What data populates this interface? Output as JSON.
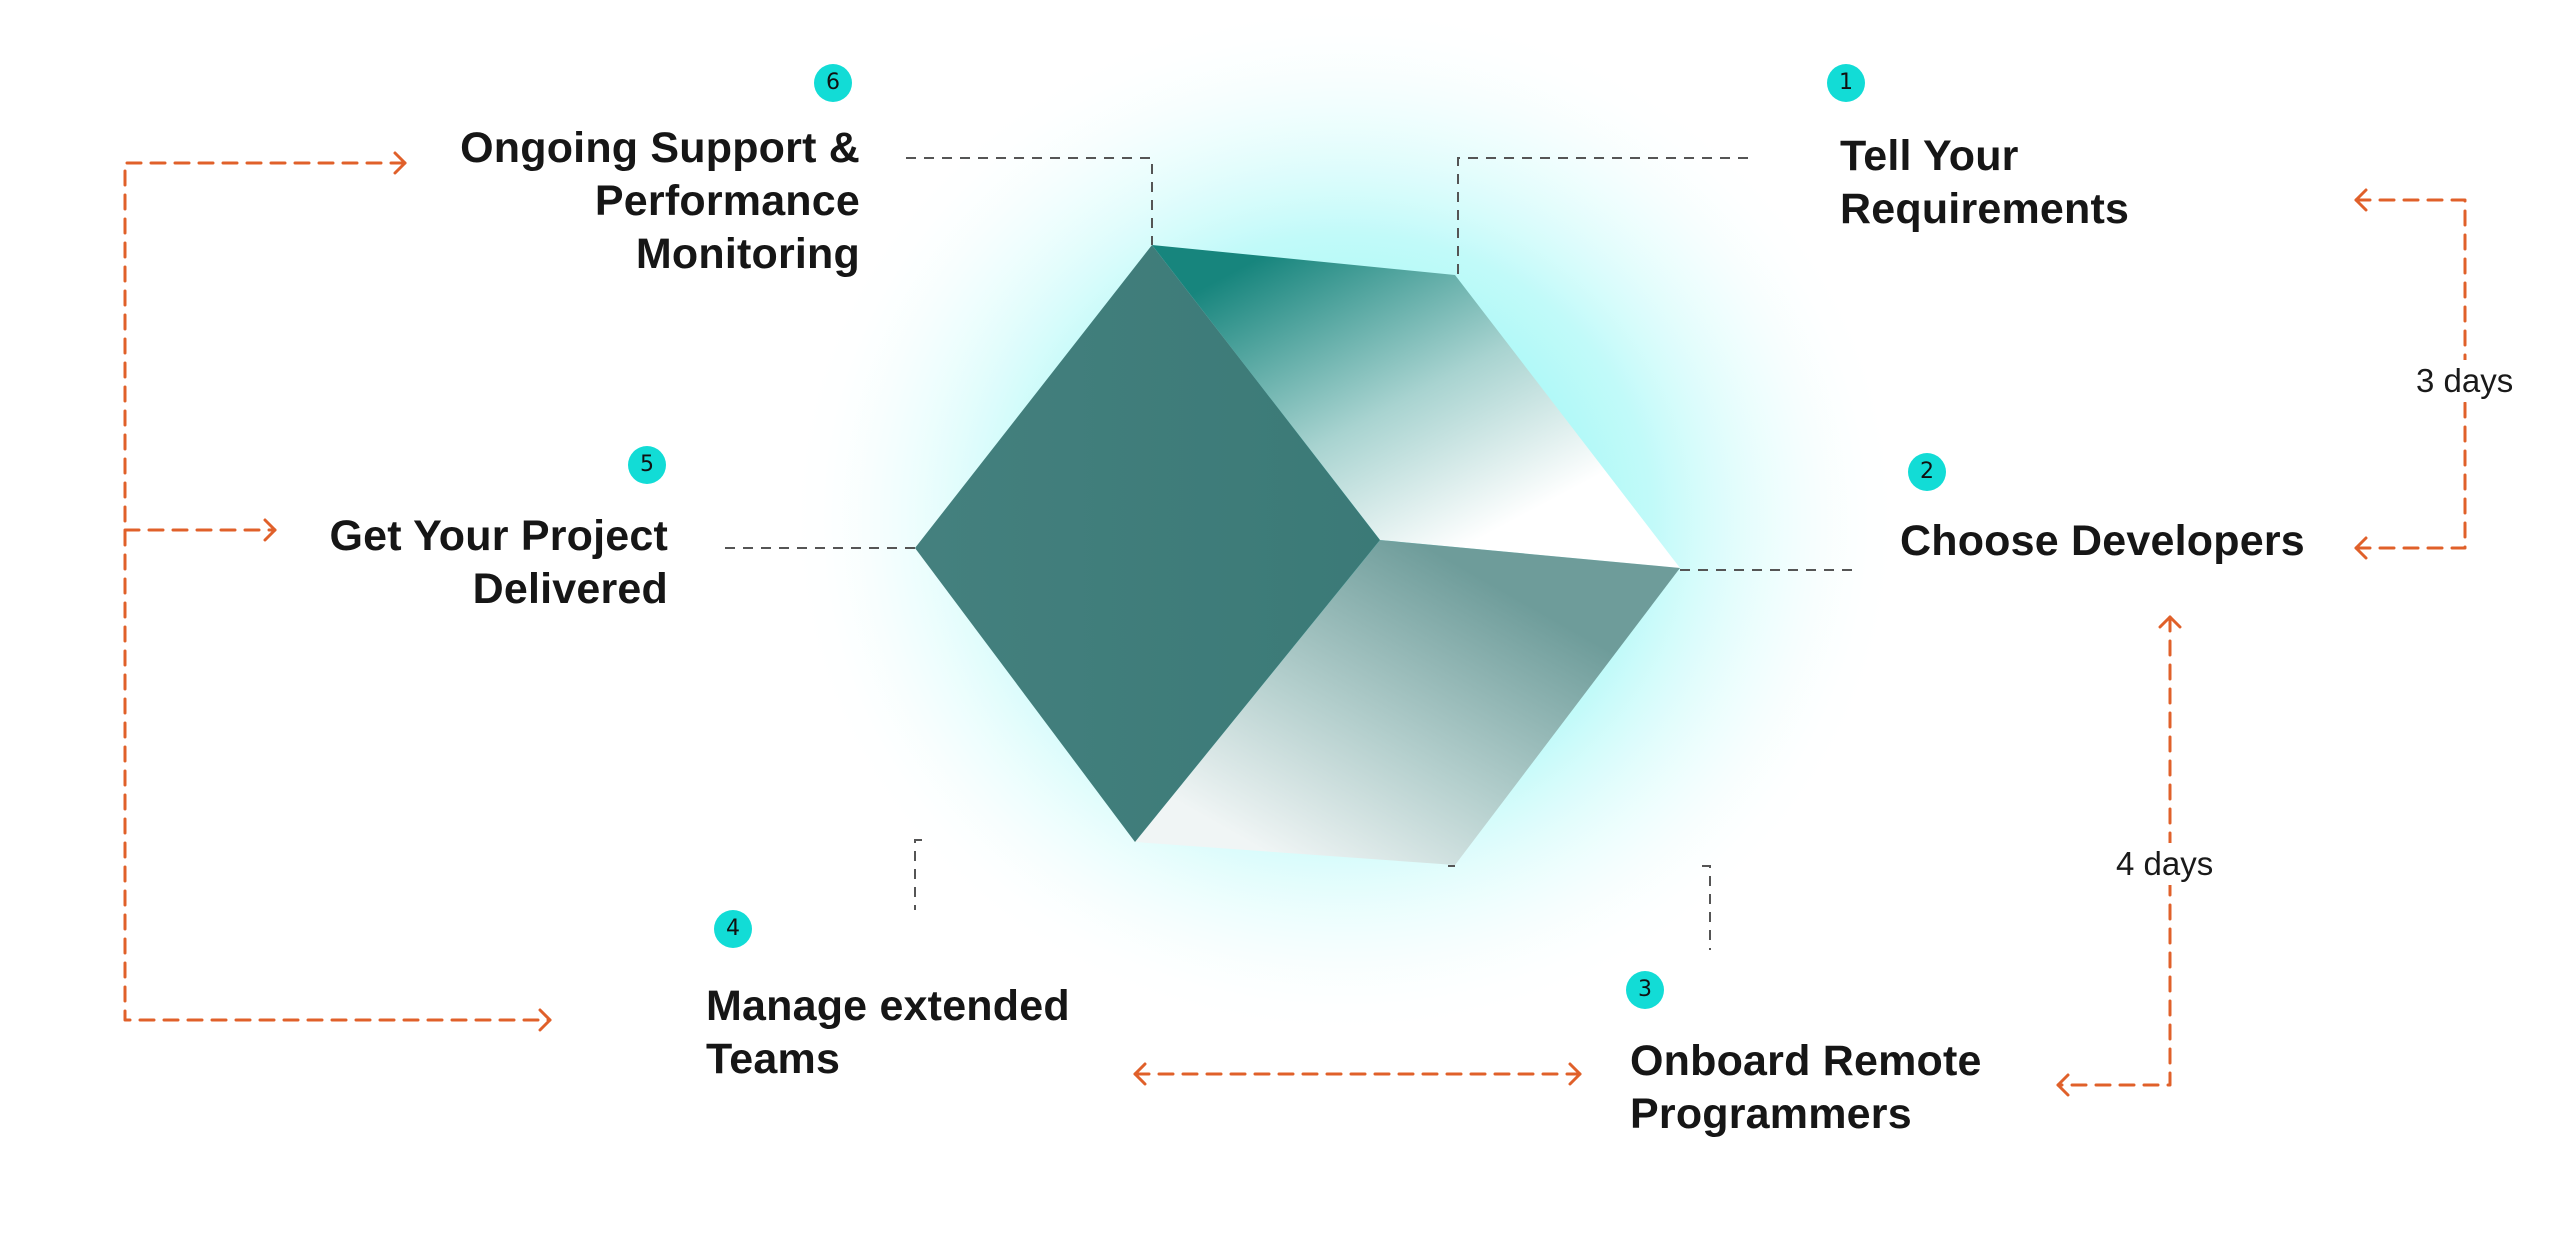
{
  "steps": [
    {
      "number": "1",
      "lines": [
        "Tell Your",
        "Requirements"
      ]
    },
    {
      "number": "2",
      "lines": [
        "Choose Developers"
      ]
    },
    {
      "number": "3",
      "lines": [
        "Onboard Remote",
        "Programmers"
      ]
    },
    {
      "number": "4",
      "lines": [
        "Manage extended",
        "Teams"
      ]
    },
    {
      "number": "5",
      "lines": [
        "Get Your Project",
        "Delivered"
      ]
    },
    {
      "number": "6",
      "lines": [
        "Ongoing Support &",
        "Performance",
        "Monitoring"
      ]
    }
  ],
  "durations": {
    "requirements_to_developers": "3 days",
    "developers_to_onboard": "4 days"
  },
  "colors": {
    "badge": "#12dcd6",
    "flow_arrow": "#e0602a",
    "leader_line": "#555555",
    "cube_dark": "#3f7f7c",
    "cube_top": "#17857d",
    "glow": "#5ef2f0"
  }
}
